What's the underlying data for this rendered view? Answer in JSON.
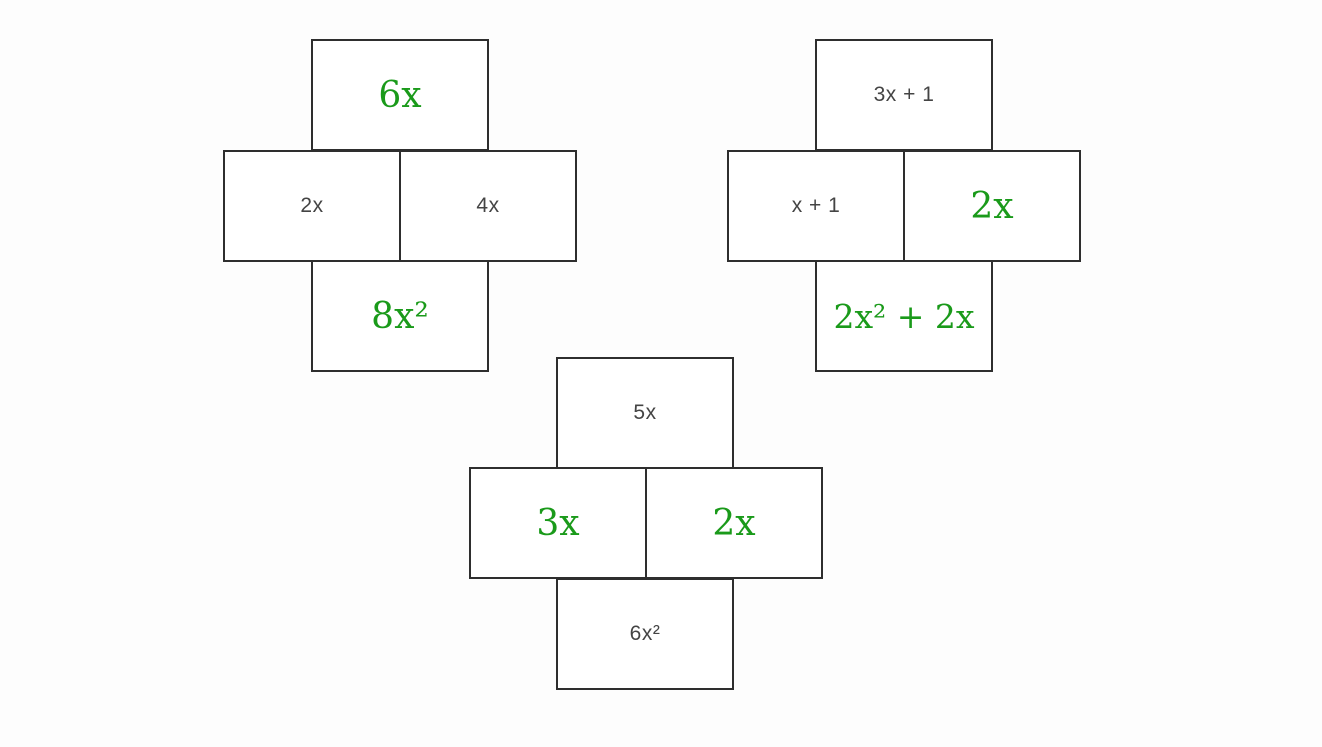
{
  "puzzles": [
    {
      "top": {
        "text": "6x",
        "kind": "answer"
      },
      "left": {
        "text": "2x",
        "kind": "printed"
      },
      "right": {
        "text": "4x",
        "kind": "printed"
      },
      "bottom": {
        "text": "8x²",
        "kind": "answer"
      }
    },
    {
      "top": {
        "text": "3x + 1",
        "kind": "printed"
      },
      "left": {
        "text": "x + 1",
        "kind": "printed"
      },
      "right": {
        "text": "2x",
        "kind": "answer"
      },
      "bottom": {
        "text": "2x² + 2x",
        "kind": "answer"
      }
    },
    {
      "top": {
        "text": "5x",
        "kind": "printed"
      },
      "left": {
        "text": "3x",
        "kind": "answer"
      },
      "right": {
        "text": "2x",
        "kind": "answer"
      },
      "bottom": {
        "text": "6x²",
        "kind": "printed"
      }
    }
  ],
  "colors": {
    "answer": "#1a9a1a",
    "printed": "#444444",
    "border": "#2e2e2e"
  }
}
